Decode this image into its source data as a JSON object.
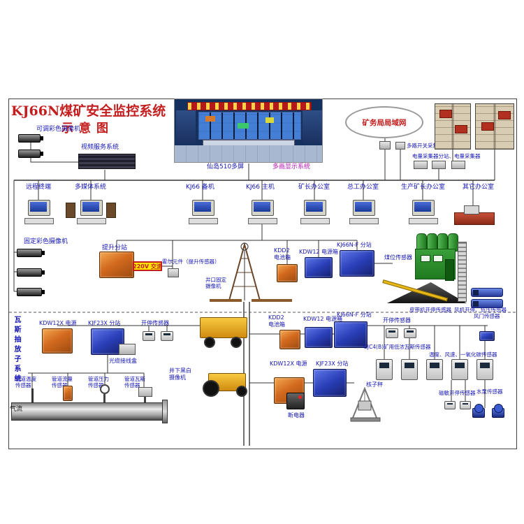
{
  "colors": {
    "title_red": "#c41e1e",
    "label_blue": "#1515b5",
    "caption_magenta": "#b515b5",
    "box_orange": "#d2691e",
    "box_blue": "#2a3fb8",
    "building_green": "#2f8f2f",
    "machine_yellow": "#eeb020",
    "ac_box_yellow": "#ffe600"
  },
  "header": {
    "title": "KJ66N煤矿安全监控系统",
    "subtitle": "示意图"
  },
  "surface": {
    "adjustable_camera": "可调彩色摄像机",
    "video_service": "视频服务系统",
    "multiscreen_caption": "仙岛510多屏",
    "multi_display_caption": "多画显示系统",
    "lan_cloud": "矿务局局域网",
    "multiplex_collector": "多路开关采集器",
    "power_collector": "电量采集器分站、电量采集器",
    "offices": {
      "remote_terminal": "远程终端",
      "multimedia": "多媒体系统",
      "kj66_backup": "KJ66 备机",
      "kj66_main": "KJ66 主机",
      "director": "矿长办公室",
      "chief": "总工办公室",
      "production": "生产矿长办公室",
      "other": "其它办公室"
    },
    "fixed_camera": "固定彩色摄像机",
    "hoist_station": "提升分站",
    "ac220": "220V 交流",
    "hall_sensor": "霍尔元件（提升传感器）",
    "wellhead_camera": "井口固定摄像机",
    "kdd2_battery": "KDD2电池箱",
    "kdw12_power": "KDW12 电源箱",
    "kj66nf_station": "KJ66N-F 分站",
    "coal_level_sensor": "煤位传感器",
    "belt_sensor": "皮带机开停传感器",
    "fan_sensor": "风机开停、负压传感器"
  },
  "underground": {
    "gas_subsystem_vertical": "瓦斯抽放子系统",
    "kdw12x_power": "KDW12X 电源",
    "kjf23x_station": "KJF23X 分站",
    "onoff_sensor": "开停传感器",
    "fiber_box": "光缆接线盒",
    "underground_camera": "井下黑白摄像机",
    "pipe_temp": "管道温度传感器",
    "pipe_flow": "管道流量传感器",
    "pipe_pressure": "管道压力传感器",
    "pipe_gas": "管道瓦斯传感器",
    "airflow": "气流",
    "kdd2_battery": "KDD2电池箱",
    "kdw12_power": "KDW12 电源箱",
    "kj66nf_station": "KJ66N-F 分站",
    "onoff_sensor2": "开停传感器",
    "damper_sensor": "风门传感器",
    "gjc4_sensor": "GJC4(B)矿用低浓瓦斯传感器",
    "multi_sensor": "温度、风速、一氧化碳传感器",
    "kdw12x_power2": "KDW12X 电源",
    "kjf23x_station2": "KJF23X 分站",
    "nuclear_scale": "核子秤",
    "breaker": "断电器",
    "magnetic_sensor": "磁敏开停传感器",
    "pump_sensor": "水泵传感器"
  }
}
